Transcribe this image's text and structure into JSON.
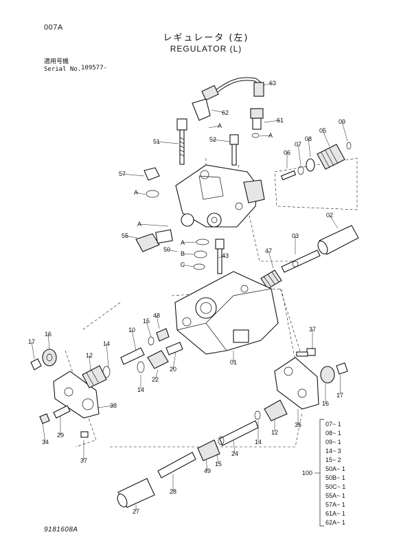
{
  "header": {
    "page_code": "007A",
    "title_jp": "レギュレータ (左)",
    "title_en": "REGULATOR (L)",
    "serial_label_jp": "適用号機",
    "serial_label_en": "Serial No.",
    "serial_value": "109577-"
  },
  "footer": {
    "doc_code": "9181608A"
  },
  "callouts": [
    "63",
    "62",
    "A",
    "61",
    "A",
    "09",
    "05",
    "08",
    "07",
    "06",
    "51",
    "52",
    "57",
    "A",
    "02",
    "A",
    "03",
    "55",
    "A",
    "B",
    "C",
    "50",
    "43",
    "47",
    "48",
    "15",
    "10",
    "14",
    "22",
    "20",
    "01",
    "17",
    "16",
    "12",
    "14",
    "38",
    "29",
    "34",
    "37",
    "37",
    "16",
    "17",
    "12",
    "14",
    "35",
    "24",
    "15",
    "49",
    "28",
    "27"
  ],
  "parts_table": {
    "group_label": "100",
    "rows": [
      {
        "part": "07",
        "qty": "1"
      },
      {
        "part": "08",
        "qty": "1"
      },
      {
        "part": "09",
        "qty": "1"
      },
      {
        "part": "14",
        "qty": "3"
      },
      {
        "part": "15",
        "qty": "2"
      },
      {
        "part": "50A",
        "qty": "1"
      },
      {
        "part": "50B",
        "qty": "1"
      },
      {
        "part": "50C",
        "qty": "1"
      },
      {
        "part": "55A",
        "qty": "1"
      },
      {
        "part": "57A",
        "qty": "1"
      },
      {
        "part": "61A",
        "qty": "1"
      },
      {
        "part": "62A",
        "qty": "1"
      }
    ]
  }
}
